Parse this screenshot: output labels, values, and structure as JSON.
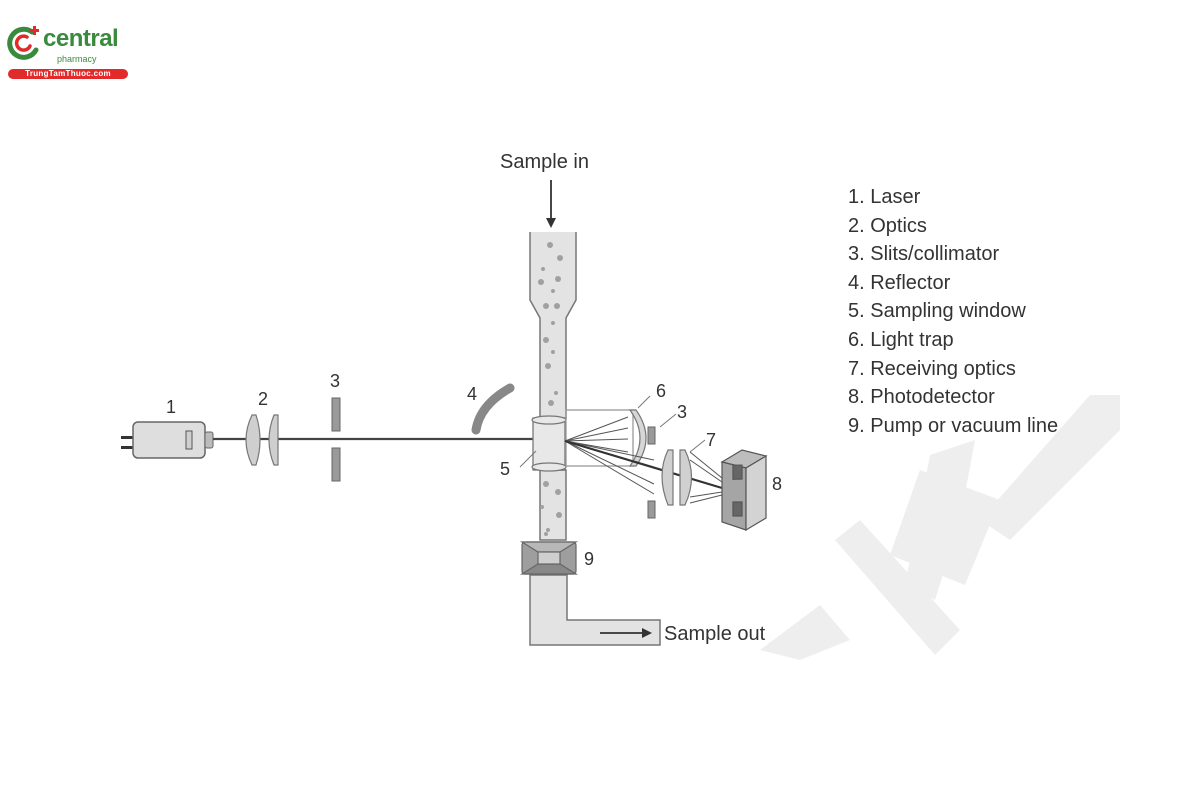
{
  "logo": {
    "brand": "central",
    "subtitle": "pharmacy",
    "site": "TrungTamThuoc.com",
    "colors": {
      "green": "#3a8a3e",
      "red": "#e22a2a"
    }
  },
  "diagram": {
    "title_in": "Sample in",
    "title_out": "Sample out",
    "callouts": {
      "laser": "1",
      "optics": "2",
      "slits_left": "3",
      "reflector": "4",
      "sampling_window": "5",
      "light_trap": "6",
      "slits_right": "3",
      "receiving_optics": "7",
      "photodetector": "8",
      "pump": "9"
    },
    "colors": {
      "line": "#333333",
      "component_fill": "#d9d9d9",
      "component_dark": "#8c8c8c",
      "particle": "#9a9a9a",
      "watermark": "#eeeeee"
    }
  },
  "legend": {
    "items": [
      "1. Laser",
      "2. Optics",
      "3. Slits/collimator",
      "4. Reflector",
      "5. Sampling window",
      "6. Light trap",
      "7. Receiving optics",
      "8. Photodetector",
      "9. Pump or vacuum line"
    ]
  }
}
